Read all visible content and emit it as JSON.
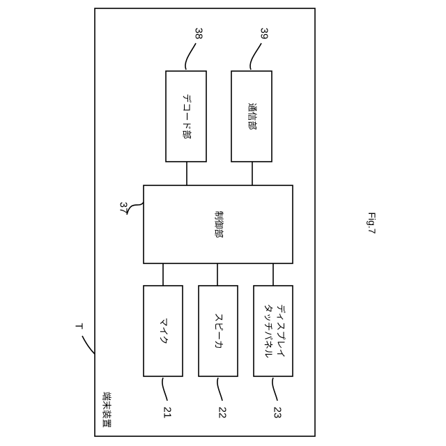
{
  "device": {
    "ref": "T",
    "label": "端末装置"
  },
  "blocks": {
    "decode": {
      "label": "デコード部",
      "ref": "38"
    },
    "comm": {
      "label": "通信部",
      "ref": "39"
    },
    "control": {
      "label": "制御部",
      "ref": "37"
    },
    "mic": {
      "label": "マイク",
      "ref": "21"
    },
    "speaker": {
      "label": "スピーカ",
      "ref": "22"
    },
    "touch": {
      "label_line1": "タッチパネル",
      "label_line2": "ディスプレイ",
      "ref": "23"
    }
  },
  "figure_label": "Fig.7"
}
